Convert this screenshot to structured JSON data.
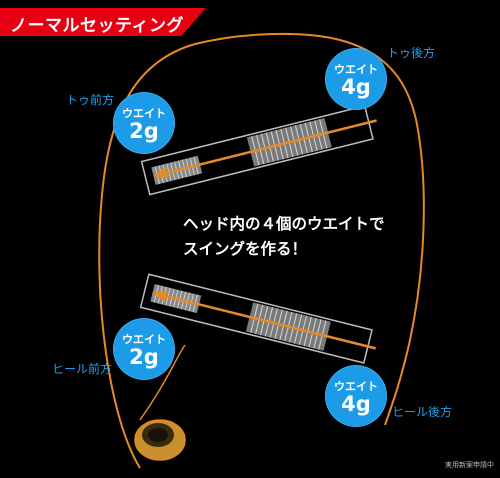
{
  "banner": {
    "text": "ノーマルセッティング"
  },
  "weights": {
    "toe_front": {
      "position": "トゥ前方",
      "label": "ウエイト",
      "value": "2g"
    },
    "toe_rear": {
      "position": "トゥ後方",
      "label": "ウエイト",
      "value": "4g"
    },
    "heel_front": {
      "position": "ヒール前方",
      "label": "ウエイト",
      "value": "2g"
    },
    "heel_rear": {
      "position": "ヒール後方",
      "label": "ウエイト",
      "value": "4g"
    }
  },
  "center_text": {
    "line1": "ヘッド内の４個のウエイトで",
    "line2": "スイングを作る！"
  },
  "footnote": "実用新案申請中",
  "colors": {
    "outline": "#e58a24",
    "accent_red": "#e60012",
    "badge_blue": "#1c9ce8",
    "label_blue": "#1e9ef0"
  }
}
